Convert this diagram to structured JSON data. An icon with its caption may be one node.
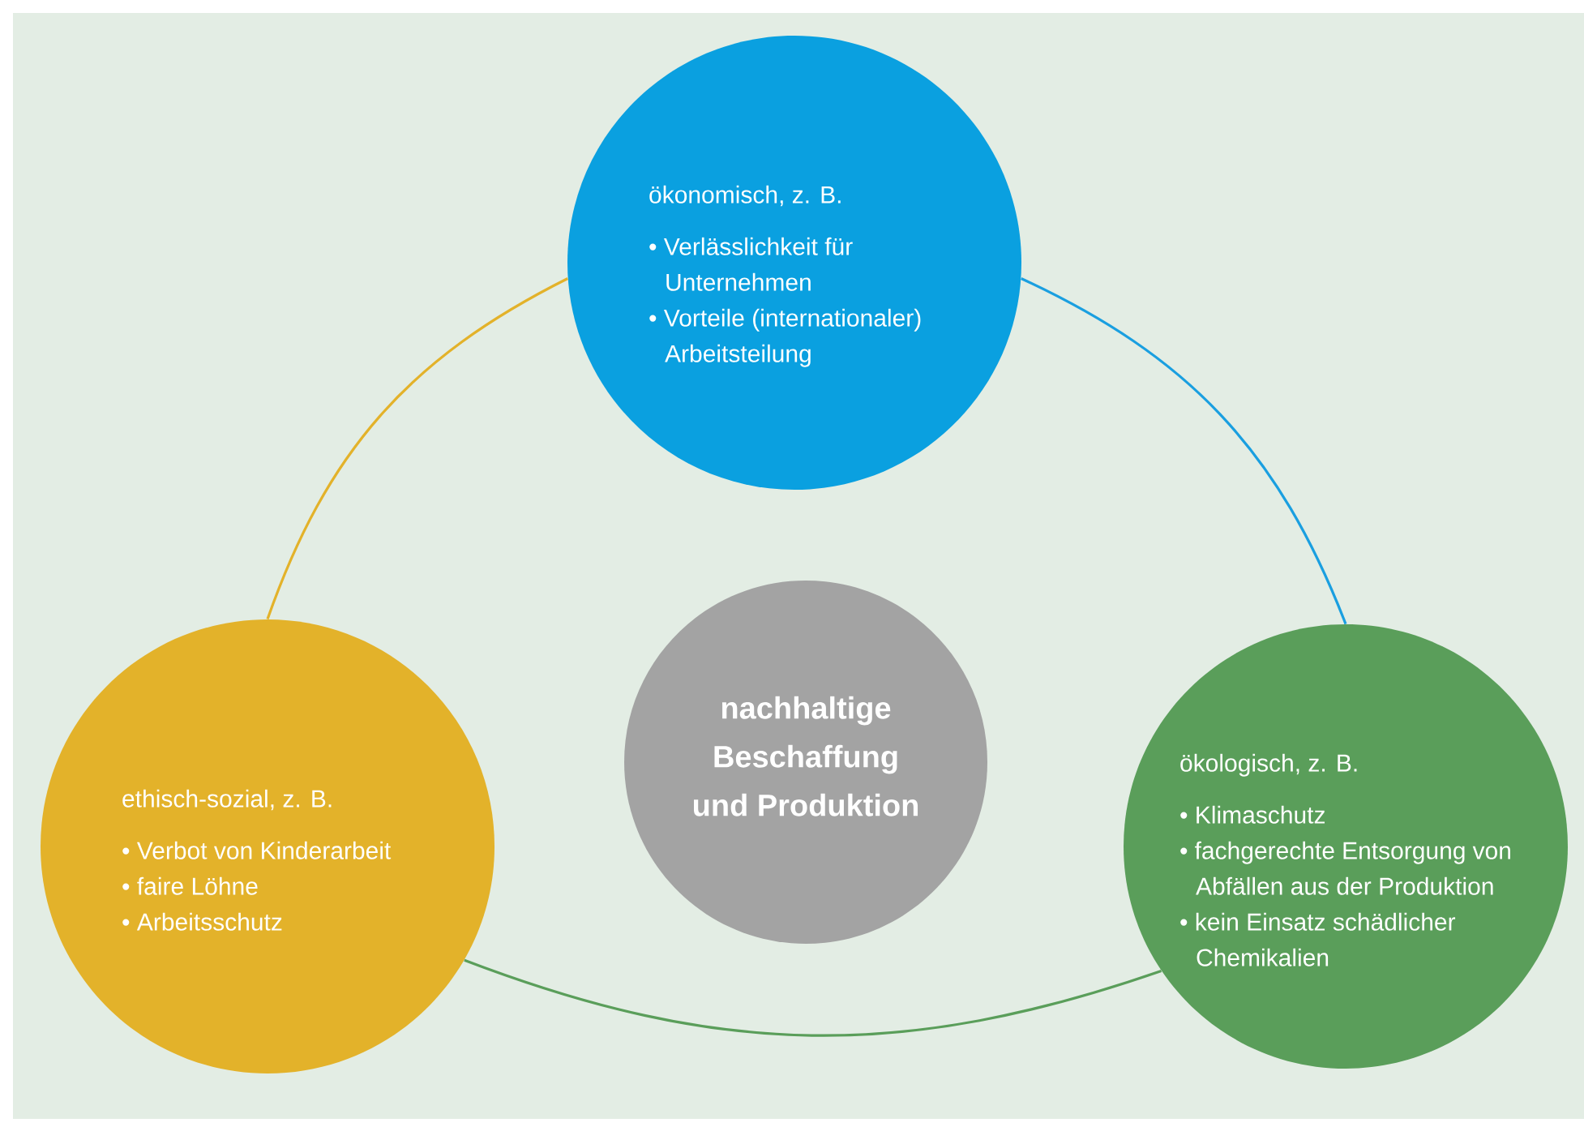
{
  "diagram": {
    "nodes": [
      {
        "text": [
          "ökonomisch, z. B.",
          "• Verlässlichkeit für Unternehmen",
          "• Vorteile (internationaler) Arbeitsteilung"
        ]
      },
      {
        "text": [
          "nachhaltige Beschaffung und Produktion"
        ]
      },
      {
        "text": [
          "ethisch-sozial, z. B.",
          "• Verbot von Kinderarbeit",
          "• faire Löhne",
          "• Arbeitsschutz"
        ]
      },
      {
        "text": [
          "ökologisch, z. B.",
          "• Klimaschutz",
          "• fachgerechte Entsorgung von Abfällen aus der Produktion",
          "• kein Einsatz schädlicher Chemikalien"
        ]
      }
    ],
    "edges": [
      {
        "from": 2,
        "to": 0,
        "arrow": "none",
        "color": "#e3b22a"
      },
      {
        "from": 0,
        "to": 3,
        "arrow": "none",
        "color": "#1a9fe0"
      },
      {
        "from": 2,
        "to": 3,
        "arrow": "none",
        "color": "#5a9e5a"
      }
    ]
  }
}
